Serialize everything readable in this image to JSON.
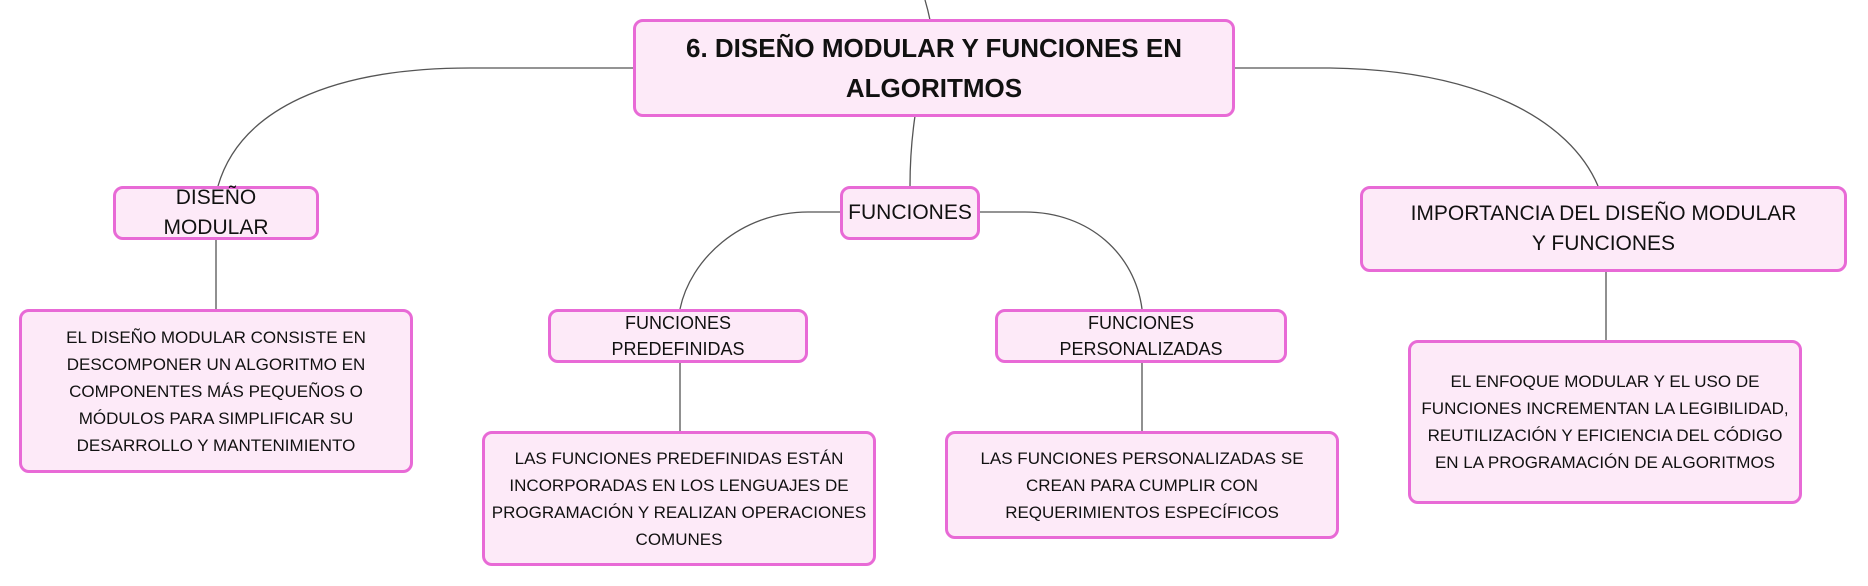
{
  "diagram": {
    "colors": {
      "node_fill": "#fdeaf8",
      "node_border": "#e86ad6",
      "connector": "#555555"
    },
    "root": {
      "title": "6. DISEÑO MODULAR Y FUNCIONES EN ALGORITMOS"
    },
    "branches": {
      "modular": {
        "label": "DISEÑO MODULAR",
        "description": "EL DISEÑO MODULAR CONSISTE EN DESCOMPONER UN ALGORITMO EN COMPONENTES MÁS PEQUEÑOS O MÓDULOS PARA SIMPLIFICAR SU DESARROLLO Y MANTENIMIENTO"
      },
      "funciones": {
        "label": "FUNCIONES",
        "predefinidas": {
          "label": "FUNCIONES PREDEFINIDAS",
          "description": "LAS FUNCIONES PREDEFINIDAS ESTÁN INCORPORADAS EN LOS LENGUAJES DE PROGRAMACIÓN Y REALIZAN OPERACIONES COMUNES"
        },
        "personalizadas": {
          "label": "FUNCIONES PERSONALIZADAS",
          "description": "LAS FUNCIONES PERSONALIZADAS SE CREAN PARA CUMPLIR CON REQUERIMIENTOS ESPECÍFICOS"
        }
      },
      "importancia": {
        "label": "IMPORTANCIA DEL DISEÑO MODULAR Y FUNCIONES",
        "description": "EL ENFOQUE MODULAR Y EL USO DE FUNCIONES INCREMENTAN LA LEGIBILIDAD, REUTILIZACIÓN Y EFICIENCIA DEL CÓDIGO EN LA PROGRAMACIÓN DE ALGORITMOS"
      }
    }
  }
}
